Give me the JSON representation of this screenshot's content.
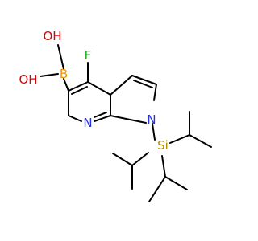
{
  "colors": {
    "bond": "#000000",
    "fluorine": "#20A020",
    "oxygen": "#E00000",
    "boron": "#F29400",
    "nitrogen": "#2632E8",
    "silicon": "#B38A00"
  },
  "atoms": {
    "fluorine": "F",
    "oxygen_top": "OH",
    "oxygen_bottom": "OH",
    "boron": "B",
    "nitrogen_pyridine": "N",
    "nitrogen_pyrrole": "N",
    "silicon": "Si"
  }
}
